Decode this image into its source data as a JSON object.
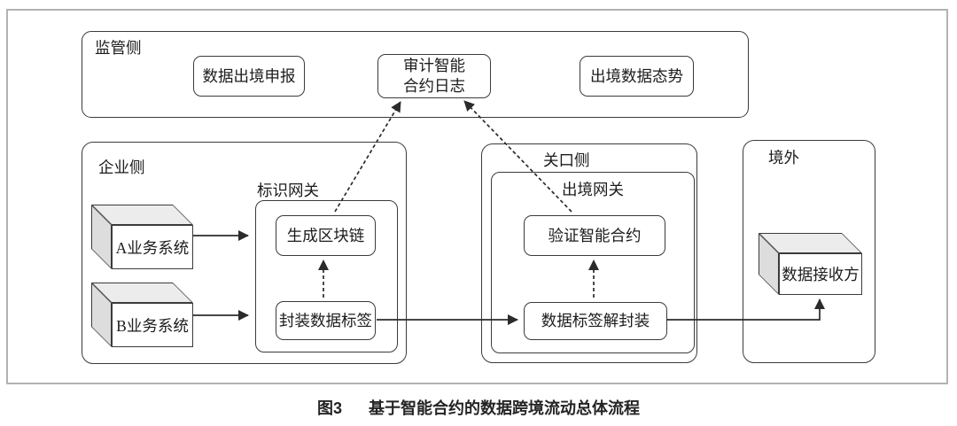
{
  "caption": {
    "tag": "图3",
    "title": "基于智能合约的数据跨境流动总体流程"
  },
  "regulator": {
    "label": "监管侧",
    "declaration": "数据出境申报",
    "audit_line1": "审计智能",
    "audit_line2": "合约日志",
    "situation": "出境数据态势"
  },
  "enterprise": {
    "label": "企业侧",
    "system_a": "A业务系统",
    "system_b": "B业务系统",
    "id_gateway": "标识网关",
    "blockchain": "生成区块链",
    "encapsulate": "封装数据标签"
  },
  "checkpoint": {
    "label": "关口侧",
    "exit_gateway": "出境网关",
    "verify": "验证智能合约",
    "decapsulate": "数据标签解封装"
  },
  "overseas": {
    "label": "境外",
    "receiver": "数据接收方"
  },
  "edges": [
    {
      "from": "A业务系统",
      "to": "标识网关",
      "style": "solid"
    },
    {
      "from": "B业务系统",
      "to": "标识网关",
      "style": "solid"
    },
    {
      "from": "封装数据标签",
      "to": "生成区块链",
      "style": "dashed"
    },
    {
      "from": "生成区块链",
      "to": "审计智能合约日志",
      "style": "dashed"
    },
    {
      "from": "封装数据标签",
      "to": "数据标签解封装",
      "style": "solid"
    },
    {
      "from": "数据标签解封装",
      "to": "验证智能合约",
      "style": "dashed"
    },
    {
      "from": "验证智能合约",
      "to": "审计智能合约日志",
      "style": "dashed"
    },
    {
      "from": "数据标签解封装",
      "to": "数据接收方",
      "style": "solid"
    }
  ],
  "colors": {
    "box_border": "#3b3b3b",
    "outer_frame": "#b2b2b2",
    "face_top": "#ececec",
    "face_side": "#dddddd",
    "arrow": "#2b2b2b",
    "text": "#1c1c1c"
  }
}
